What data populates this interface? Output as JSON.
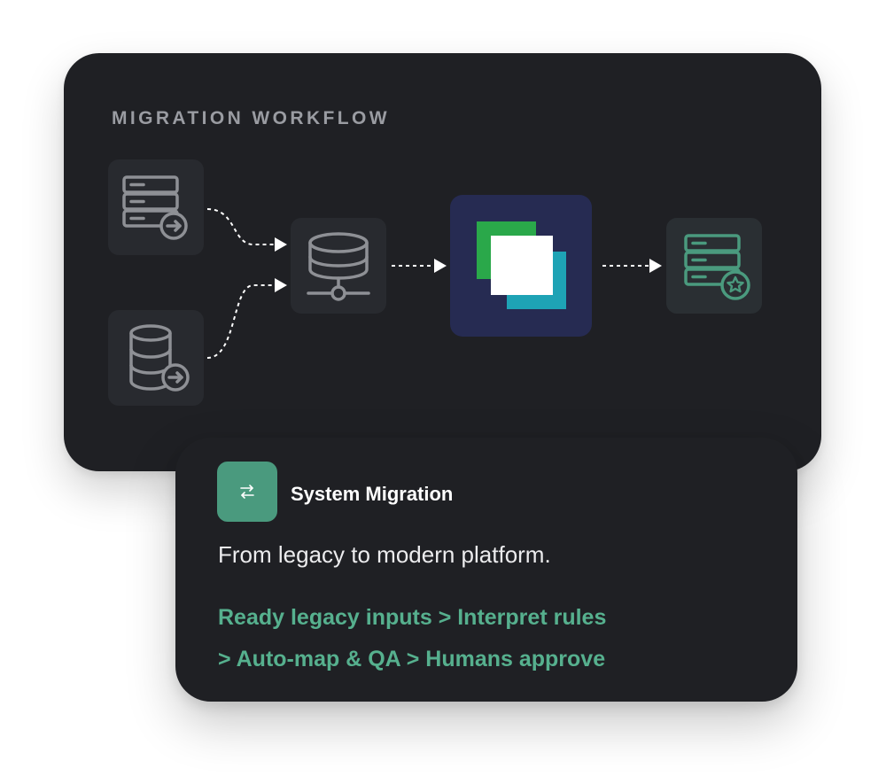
{
  "workflow": {
    "title": "MIGRATION WORKFLOW",
    "nodes": [
      {
        "id": "legacy-server",
        "icon": "server-arrow-icon"
      },
      {
        "id": "legacy-database",
        "icon": "database-arrow-icon"
      },
      {
        "id": "network-database",
        "icon": "database-network-icon"
      },
      {
        "id": "platform",
        "icon": "stacked-squares-logo"
      },
      {
        "id": "modern-server",
        "icon": "server-star-icon"
      }
    ],
    "colors": {
      "card_bg": "#1f2024",
      "node_bg": "#282a2f",
      "platform_bg": "#262b52",
      "icon_gray": "#8e9095",
      "icon_green": "#4a9a7e",
      "logo_green": "#2aa84a",
      "logo_teal": "#1ea3b5",
      "logo_white": "#ffffff"
    }
  },
  "summary": {
    "badge_icon": "swap-arrows-icon",
    "title": "System Migration",
    "description": "From legacy to modern platform.",
    "steps_line_1": "Ready legacy inputs > Interpret rules",
    "steps_line_2": "> Auto-map & QA > Humans approve",
    "accent_color": "#56b08e"
  }
}
